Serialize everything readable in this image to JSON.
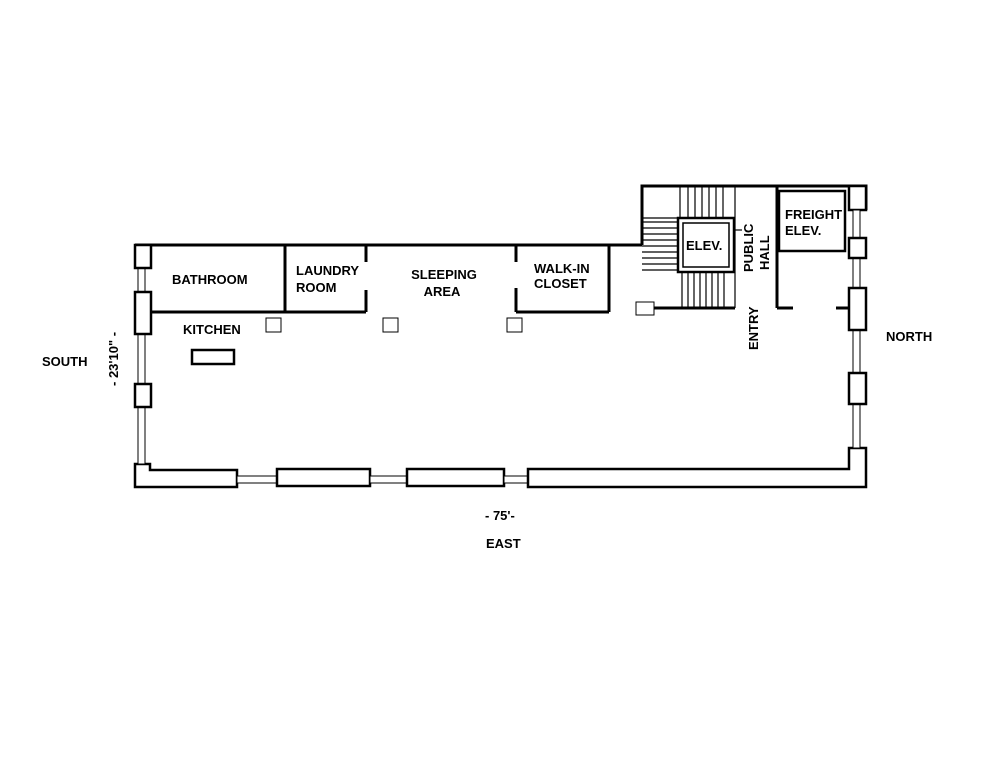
{
  "rooms": {
    "bathroom": "BATHROOM",
    "laundry_line1": "LAUNDRY",
    "laundry_line2": "ROOM",
    "sleeping_line1": "SLEEPING",
    "sleeping_line2": "AREA",
    "closet_line1": "WALK-IN",
    "closet_line2": "CLOSET",
    "kitchen": "KITCHEN",
    "elevator": "ELEV.",
    "freight_line1": "FREIGHT",
    "freight_line2": "ELEV.",
    "public_hall_line1": "PUBLIC",
    "public_hall_line2": "HALL",
    "entry": "ENTRY"
  },
  "directions": {
    "south": "SOUTH",
    "north": "NORTH",
    "east": "EAST"
  },
  "dimensions": {
    "width": "- 23'10\" -",
    "length": "- 75'-"
  }
}
